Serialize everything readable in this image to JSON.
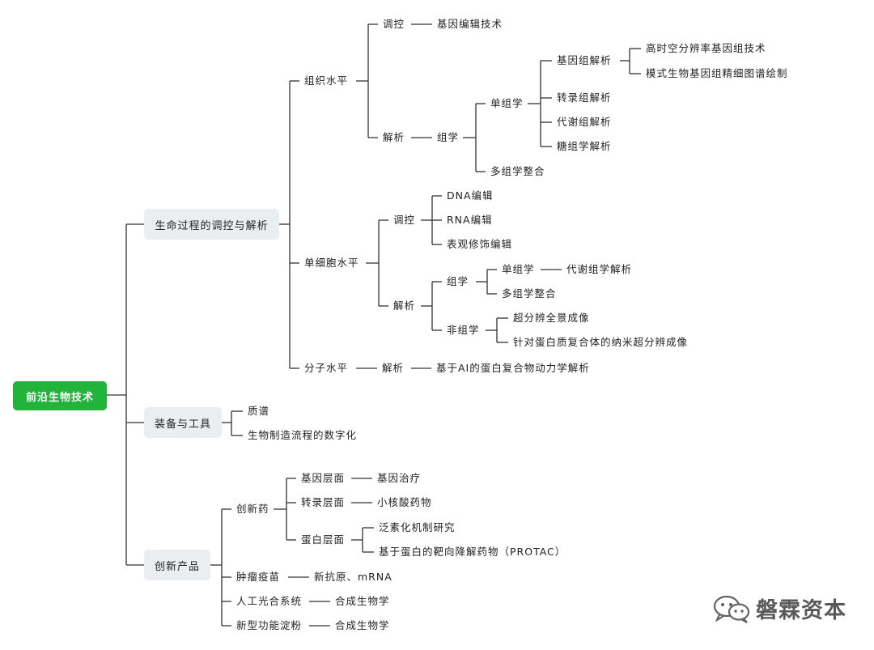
{
  "root": "前沿生物技术",
  "branches": {
    "life": "生命过程的调控与解析",
    "equipment": "装备与工具",
    "products": "创新产品"
  },
  "tissue": {
    "label": "组织水平",
    "regulate": "调控",
    "regulate_child": "基因编辑技术",
    "analyze": "解析",
    "omics": "组学",
    "single_omics": "单组学",
    "genome": "基因组解析",
    "genome_a": "高时空分辨率基因组技术",
    "genome_b": "模式生物基因组精细图谱绘制",
    "transcriptome": "转录组解析",
    "metabolome": "代谢组解析",
    "glycome": "糖组学解析",
    "multi_omics": "多组学整合"
  },
  "cell": {
    "label": "单细胞水平",
    "regulate": "调控",
    "dna": "DNA编辑",
    "rna": "RNA编辑",
    "epi": "表观修饰编辑",
    "analyze": "解析",
    "omics": "组学",
    "single_omics": "单组学",
    "metabolome": "代谢组学解析",
    "multi_omics": "多组学整合",
    "non_omics": "非组学",
    "super_res": "超分辨全景成像",
    "nano": "针对蛋白质复合体的纳米超分辨成像"
  },
  "molecule": {
    "label": "分子水平",
    "analyze": "解析",
    "child": "基于AI的蛋白复合物动力学解析"
  },
  "equipment": {
    "mass": "质谱",
    "digital": "生物制造流程的数字化"
  },
  "drug": {
    "label": "创新药",
    "gene_level": "基因层面",
    "gene_therapy": "基因治疗",
    "transcript_level": "转录层面",
    "small_nucleic": "小核酸药物",
    "protein_level": "蛋白层面",
    "ubiquitin": "泛素化机制研究",
    "protac": "基于蛋白的靶向降解药物（PROTAC）"
  },
  "vaccine": {
    "label": "肿瘤疫苗",
    "child": "新抗原、mRNA"
  },
  "photo": {
    "label": "人工光合系统",
    "child": "合成生物学"
  },
  "starch": {
    "label": "新型功能淀粉",
    "child": "合成生物学"
  },
  "watermark": "磐霖资本",
  "colors": {
    "root_bg": "#22b33a",
    "branch_bg": "#ebeef1",
    "line": "#333333"
  }
}
